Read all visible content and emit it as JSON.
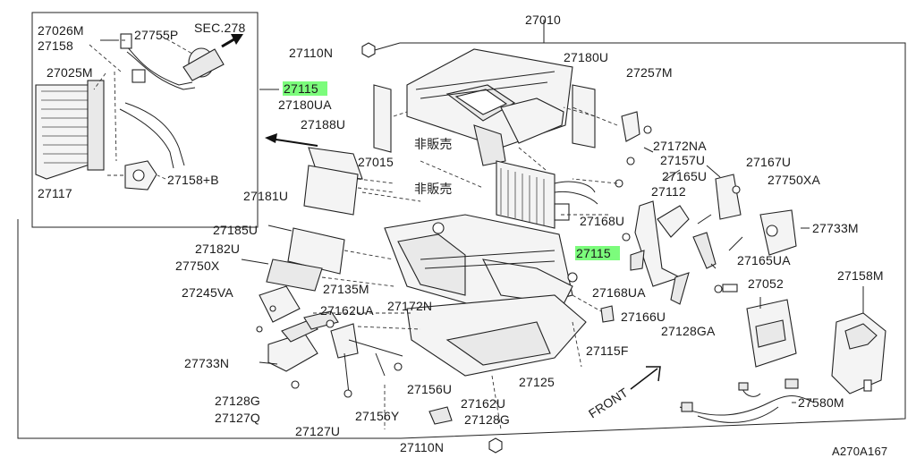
{
  "diagram": {
    "labels": {
      "p27010": "27010",
      "p27110n_top": "27110N",
      "p27026m": "27026M",
      "p27158": "27158",
      "p27755p": "27755P",
      "sec278": "SEC.278",
      "p27025m": "27025M",
      "p27117": "27117",
      "p27158b": "27158+B",
      "p27115_a": "27115",
      "p27180ua": "27180UA",
      "p27188u": "27188U",
      "p27015": "27015",
      "hihanbai1": "非販売",
      "hihanbai2": "非販売",
      "p27181u": "27181U",
      "p27185u": "27185U",
      "p27182u": "27182U",
      "p27750x": "27750X",
      "p27135m": "27135M",
      "p27245va": "27245VA",
      "p27162ua": "27162UA",
      "p27172n": "27172N",
      "p27733n": "27733N",
      "p27128g_left": "27128G",
      "p27127q": "27127Q",
      "p27156y": "27156Y",
      "p27127u": "27127U",
      "p27156u": "27156U",
      "p27162u": "27162U",
      "p27128g_bottom": "27128G",
      "p27110n_bottom": "27110N",
      "p27125": "27125",
      "p27180u": "27180U",
      "p27257m": "27257M",
      "p27172na": "27172NA",
      "p27157u": "27157U",
      "p27165u": "27165U",
      "p27167u": "27167U",
      "p27750xa": "27750XA",
      "p27112": "27112",
      "p27168u": "27168U",
      "p27115_b": "27115",
      "p27733m": "27733M",
      "p27165ua": "27165UA",
      "p27168ua": "27168UA",
      "p27052": "27052",
      "p27158m": "27158M",
      "p27166u": "27166U",
      "p27128ga": "27128GA",
      "p27115f": "27115F",
      "front": "FRONT",
      "p27580m": "27580M",
      "ref": "A270A167"
    },
    "highlight_color": "#7CFC7C"
  }
}
